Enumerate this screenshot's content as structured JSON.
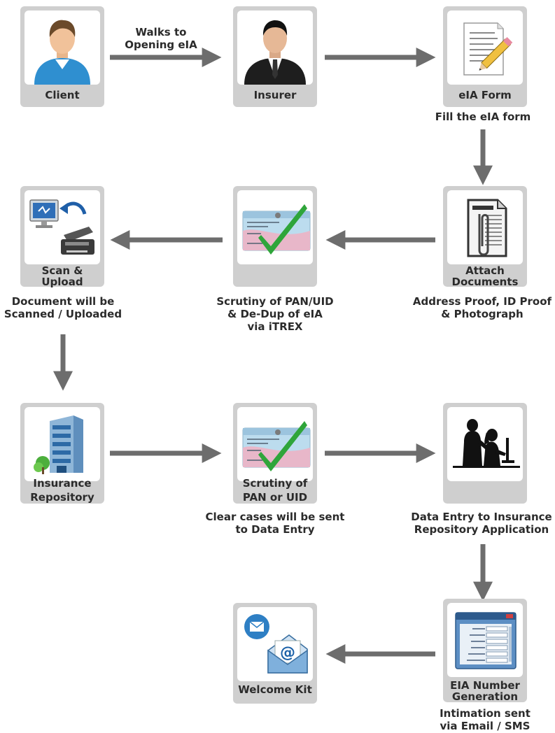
{
  "steps": {
    "client": "Client",
    "insurer": "Insurer",
    "eia_form": "eIA Form",
    "attach_line1": "Attach",
    "attach_line2": "Documents",
    "scrutiny_pan_uid_card": "",
    "scan_line1": "Scan &",
    "scan_line2": "Upload",
    "repository_line1": "Insurance",
    "repository_line2": "Repository",
    "scrutiny_line1": "Scrutiny of",
    "scrutiny_line2": "PAN or UID",
    "data_entry_card": "",
    "welcome_kit": "Welcome Kit",
    "eia_number_line1": "EIA Number",
    "eia_number_line2": "Generation"
  },
  "captions": {
    "walks_line1": "Walks to",
    "walks_line2": "Opening eIA",
    "fill_form": "Fill the eIA form",
    "address_line1": "Address Proof, ID Proof",
    "address_line2": "& Photograph",
    "scrutiny_line1": "Scrutiny of PAN/UID",
    "scrutiny_line2": "& De-Dup of eIA",
    "scrutiny_line3": "via iTREX",
    "document_line1": "Document will be",
    "document_line2": "Scanned / Uploaded",
    "clear_line1": "Clear cases will be sent",
    "clear_line2": "to Data Entry",
    "data_entry_line1": "Data Entry to Insurance",
    "data_entry_line2": "Repository Application",
    "intimation_line1": "Intimation sent",
    "intimation_line2": "via Email / SMS"
  },
  "colors": {
    "card": "#cfcfcf",
    "arrow": "#6d6d6d",
    "check": "#2fa53a",
    "text": "#2b2b2b"
  }
}
